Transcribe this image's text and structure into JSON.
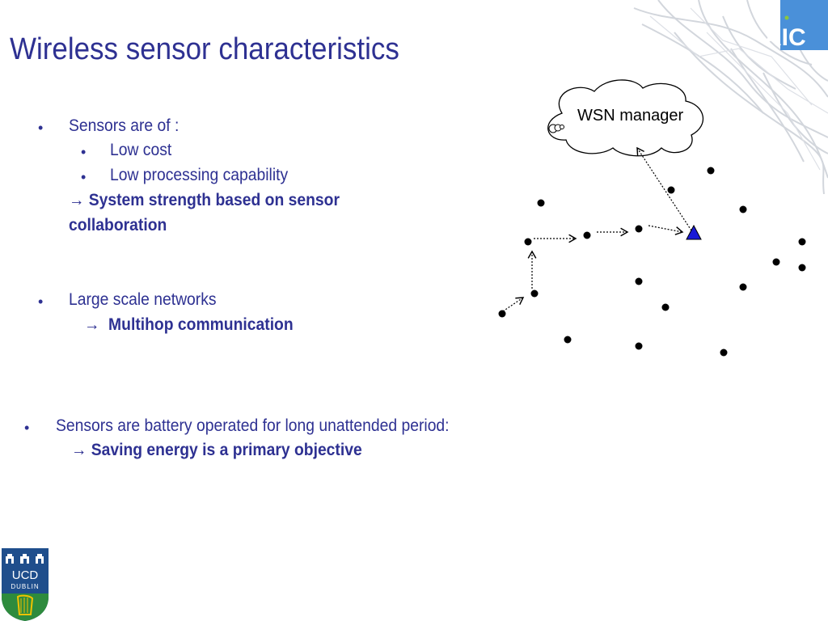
{
  "slide": {
    "title": "Wireless sensor characteristics",
    "section1": {
      "heading": "Sensors are of :",
      "items": [
        "Low cost",
        "Low processing capability"
      ],
      "conclusion_line1": "System strength based on sensor",
      "conclusion_line2": "collaboration"
    },
    "section2": {
      "heading": "Large scale networks",
      "conclusion": "Multihop communication"
    },
    "section3": {
      "heading": "Sensors are battery operated for long unattended period:",
      "conclusion": "Saving energy is a primary objective"
    },
    "bullet_char": "•",
    "arrow_char": "→"
  },
  "diagram": {
    "manager_label": "WSN manager"
  },
  "logos": {
    "aic_text": "AIC",
    "ucd_text": "UCD",
    "dublin_text": "DUBLIN"
  },
  "colors": {
    "text": "#2e3192",
    "sink": "#1a1ad6",
    "aic_blue": "#4a90d9",
    "ucd_blue": "#1f4e8c",
    "ucd_green": "#2e8b3d"
  }
}
